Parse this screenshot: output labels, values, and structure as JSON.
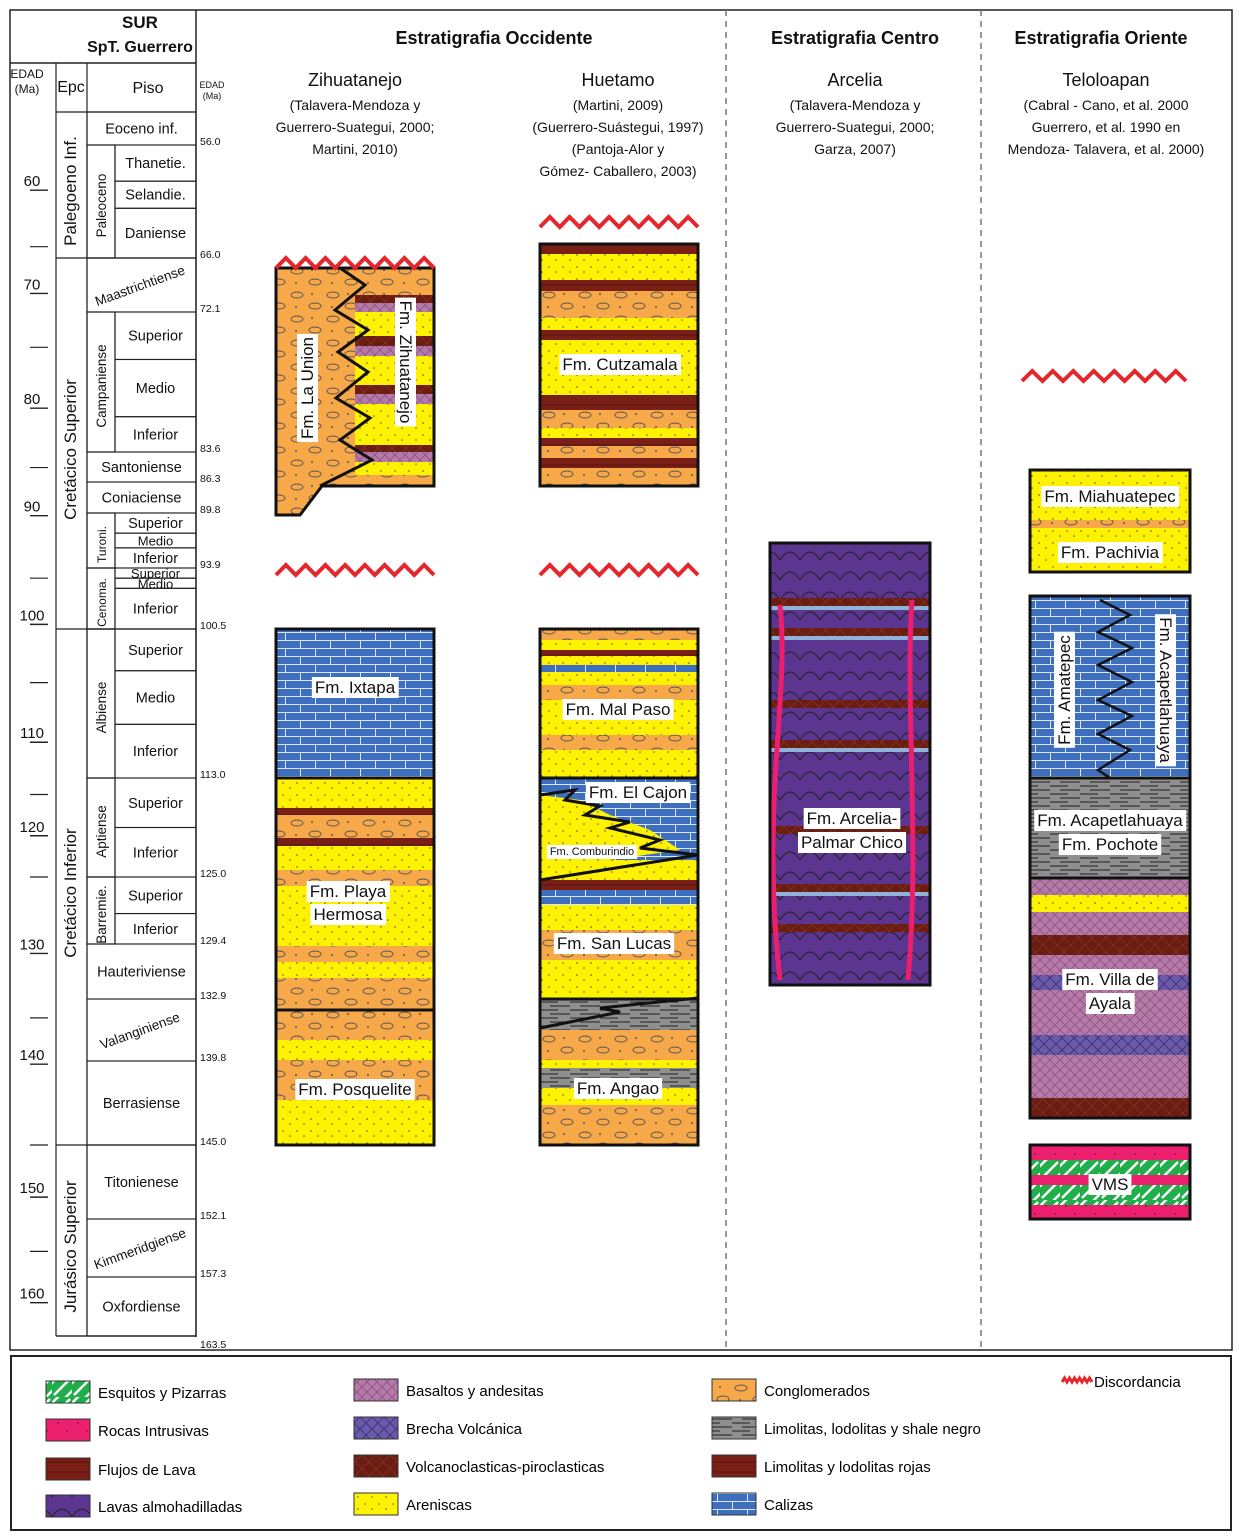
{
  "header": {
    "region": "SUR",
    "terrane": "SpT. Guerrero",
    "west": "Estratigrafia Occidente",
    "center": "Estratigrafia Centro",
    "east": "Estratigrafia Oriente",
    "col_edad": "EDAD (Ma)",
    "col_epoch": "Epc",
    "col_stage": "Piso",
    "col_edad_small": "EDAD (Ma)"
  },
  "age_ticks": [
    "60",
    "70",
    "80",
    "90",
    "100",
    "110",
    "120",
    "130",
    "140",
    "150",
    "160"
  ],
  "boundary_ages": [
    "56.0",
    "66.0",
    "72.1",
    "83.6",
    "86.3",
    "89.8",
    "93.9",
    "100.5",
    "113.0",
    "125.0",
    "129.4",
    "132.9",
    "139.8",
    "145.0",
    "152.1",
    "157.3",
    "163.5"
  ],
  "epochs": [
    {
      "label": "Palegoeno Inf."
    },
    {
      "label": "Cretácico Superior"
    },
    {
      "label": "Cretácico Inferior"
    },
    {
      "label": "Jurásico Superior"
    }
  ],
  "series": [
    {
      "label": "Paleoceno"
    },
    {
      "label": "Campaniense"
    },
    {
      "label": "Turoni."
    },
    {
      "label": "Cenoma."
    },
    {
      "label": "Albiense"
    },
    {
      "label": "Aptiense"
    },
    {
      "label": "Barremie."
    }
  ],
  "stages": [
    {
      "label": "Eoceno inf."
    },
    {
      "label": "Thanetie."
    },
    {
      "label": "Selandie."
    },
    {
      "label": "Daniense"
    },
    {
      "label": "Maastrichtiense"
    },
    {
      "label": "Superior"
    },
    {
      "label": "Medio"
    },
    {
      "label": "Inferior"
    },
    {
      "label": "Santoniense"
    },
    {
      "label": "Coniaciense"
    },
    {
      "label": "Superior"
    },
    {
      "label": "Medio"
    },
    {
      "label": "Inferior"
    },
    {
      "label": "Superior"
    },
    {
      "label": "Medio"
    },
    {
      "label": "Inferior"
    },
    {
      "label": "Superior"
    },
    {
      "label": "Medio"
    },
    {
      "label": "Inferior"
    },
    {
      "label": "Superior"
    },
    {
      "label": "Inferior"
    },
    {
      "label": "Superior"
    },
    {
      "label": "Inferior"
    },
    {
      "label": "Hauteriviense"
    },
    {
      "label": "Valanginiense"
    },
    {
      "label": "Berrasiense"
    },
    {
      "label": "Titonienese"
    },
    {
      "label": "Kimmeridgiense"
    },
    {
      "label": "Oxfordiense"
    }
  ],
  "localities": [
    {
      "name": "Zihuatanejo",
      "refs": [
        "(Talavera-Mendoza y",
        "Guerrero-Suategui, 2000;",
        "Martini, 2010)"
      ]
    },
    {
      "name": "Huetamo",
      "refs": [
        "(Martini, 2009)",
        "(Guerrero-Suástegui, 1997)",
        "(Pantoja-Alor y",
        "Gómez- Caballero, 2003)"
      ]
    },
    {
      "name": "Arcelia",
      "refs": [
        "(Talavera-Mendoza y",
        "Guerrero-Suategui, 2000;",
        "Garza, 2007)"
      ]
    },
    {
      "name": "Teloloapan",
      "refs": [
        "(Cabral - Cano, et al. 2000",
        "Guerrero, et al. 1990 en",
        "Mendoza- Talavera, et al. 2000)"
      ]
    }
  ],
  "formations": {
    "la_union": "Fm. La Union",
    "zihuatanejo": "Fm. Zihuatanejo",
    "ixtapa": "Fm. Ixtapa",
    "playa_hermosa": [
      "Fm. Playa",
      "Hermosa"
    ],
    "posquelite": "Fm.  Posquelite",
    "cutzamala": "Fm. Cutzamala",
    "mal_paso": "Fm. Mal Paso",
    "el_cajon": "Fm. El Cajon",
    "comburindio": "Fm. Comburindio",
    "san_lucas": "Fm.  San Lucas",
    "angao": "Fm.  Angao",
    "arcelia": [
      "Fm. Arcelia-",
      "Palmar Chico"
    ],
    "miahuatepec": "Fm. Miahuatepec",
    "pachivia": "Fm.  Pachivia",
    "amatepec": "Fm. Amatepec",
    "acapetlahuaya_v": "Fm. Acapetlahuaya",
    "acapetlahuaya": "Fm. Acapetlahuaya",
    "pochote": "Fm. Pochote",
    "villa_de_ayala": [
      "Fm. Villa de",
      "Ayala"
    ],
    "vms": "VMS"
  },
  "legend": [
    {
      "key": "schist",
      "label": "Esquitos y Pizarras"
    },
    {
      "key": "intrusive",
      "label": "Rocas Intrusivas"
    },
    {
      "key": "lava",
      "label": "Flujos de Lava"
    },
    {
      "key": "pillow",
      "label": "Lavas almohadilladas"
    },
    {
      "key": "basalt",
      "label": "Basaltos y andesitas"
    },
    {
      "key": "breccia",
      "label": "Brecha Volcánica"
    },
    {
      "key": "volcaniclastic",
      "label": "Volcanoclasticas-piroclasticas"
    },
    {
      "key": "sandstone",
      "label": "Areniscas"
    },
    {
      "key": "conglomerate",
      "label": "Conglomerados"
    },
    {
      "key": "shale",
      "label": "Limolitas, lodolitas y shale negro"
    },
    {
      "key": "redsilt",
      "label": "Limolitas y lodolitas rojas"
    },
    {
      "key": "limestone",
      "label": "Calizas"
    },
    {
      "key": "unconformity",
      "label": "Discordancia"
    }
  ],
  "colors": {
    "sandstone": "#fff200",
    "conglomerate": "#f7a94a",
    "limestone": "#3d6fbe",
    "redsilt": "#7a1f16",
    "volcaniclastic": "#6b1d12",
    "shale": "#9a9a9a",
    "pillow": "#5b3590",
    "basalt": "#b47aa8",
    "breccia": "#6a5aa8",
    "intrusive": "#ec1f6e",
    "schist": "#1fae4a",
    "unconformity": "#e5262c"
  }
}
